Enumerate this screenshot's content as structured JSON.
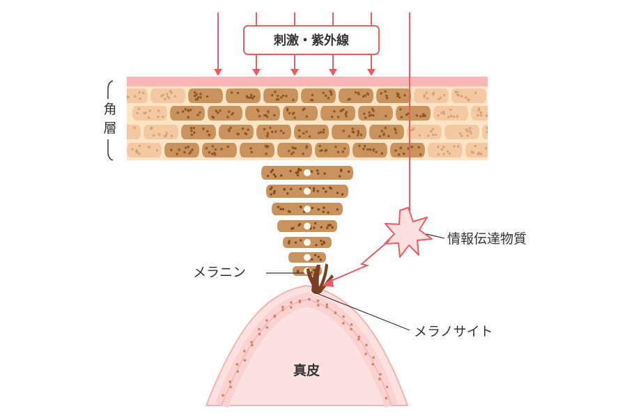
{
  "labels": {
    "stimulus": "刺激・紫外線",
    "stratum_corneum_1": "角",
    "stratum_corneum_2": "層",
    "signal": "情報伝達物質",
    "melanin": "メラニン",
    "melanocyte": "メラノサイト",
    "dermis": "真皮"
  },
  "colors": {
    "arrow": "#ef5a62",
    "top_band": "#f8b6b7",
    "skin_bg": "#fde4c4",
    "cell_light": "#f2c9a3",
    "cell_dark": "#c8935f",
    "dot": "#a8672f",
    "melanin": "#7b4023",
    "dermis_fill": "#fde1e0",
    "dermis_edge": "#f3b3b3",
    "signal_fill": "#fde0e0",
    "text": "#333333"
  }
}
